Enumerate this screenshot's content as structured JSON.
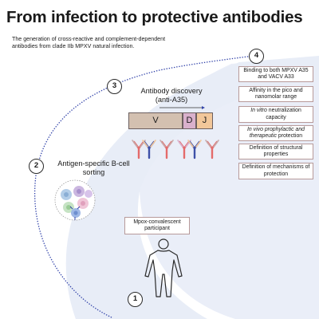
{
  "title": "From infection to protective antibodies",
  "subtitle": "The generation of cross-reactive and complement-dependent antibodies from clade IIb MPXV natural infection.",
  "steps": [
    "1",
    "2",
    "3",
    "4"
  ],
  "step1": {
    "participant_label": "Mpox-convalescent participant"
  },
  "step2": {
    "label": "Antigen-specific B-cell sorting"
  },
  "step3": {
    "label_line1": "Antibody discovery",
    "label_line2": "(anti-A35)",
    "segments": [
      "V",
      "D",
      "J"
    ]
  },
  "step4": {
    "properties": [
      {
        "text": "Binding to both MPXV A35 and VACV A33"
      },
      {
        "text": "Affinity in the pico and nanomolar range"
      },
      {
        "italic": "In vitro",
        "text": " neutralization capacity"
      },
      {
        "italic": "In vivo prophylactic and therapeutic",
        "text": " protection"
      },
      {
        "text": "Definition of structural properties"
      },
      {
        "text": "Definition of mechanisms of protection"
      }
    ]
  },
  "colors": {
    "title_text": "#1a1a1a",
    "background_wedge": "#e9eef8",
    "arrow": "#3344aa",
    "segment_v": "#d3c0b0",
    "segment_d": "#d9b0cc",
    "segment_j": "#f2c79a",
    "box_border": "#b79a9a"
  },
  "icons": [
    "human-figure-icon",
    "b-cell-cluster-icon",
    "antibody-icon"
  ]
}
